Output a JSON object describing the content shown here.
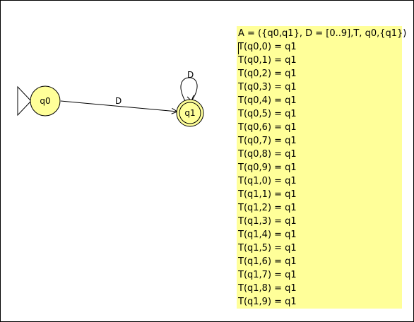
{
  "diagram": {
    "title": "",
    "states": [
      {
        "id": "q0",
        "label": "q0",
        "initial": true,
        "accepting": false
      },
      {
        "id": "q1",
        "label": "q1",
        "initial": false,
        "accepting": true
      }
    ],
    "transitions": [
      {
        "from": "q0",
        "to": "q1",
        "label": "D"
      },
      {
        "from": "q1",
        "to": "q1",
        "label": "D"
      }
    ],
    "colors": {
      "state_fill": "#ffff99",
      "stroke": "#000000",
      "panel_fill": "#ffff99"
    }
  },
  "definition": {
    "header": "A = ({q0,q1}, D = [0..9],T, q0,{q1})",
    "lines": [
      "T(q0,0) = q1",
      "T(q0,1) = q1",
      "T(q0,2) = q1",
      "T(q0,3) = q1",
      "T(q0,4) = q1",
      "T(q0,5) = q1",
      "T(q0,6) = q1",
      "T(q0,7) = q1",
      "T(q0,8) = q1",
      "T(q0,9) = q1",
      "T(q1,0) = q1",
      "T(q1,1) = q1",
      "T(q1,2) = q1",
      "T(q1,3) = q1",
      "T(q1,4) = q1",
      "T(q1,5) = q1",
      "T(q1,6) = q1",
      "T(q1,7) = q1",
      "T(q1,8) = q1",
      "T(q1,9) = q1"
    ]
  }
}
